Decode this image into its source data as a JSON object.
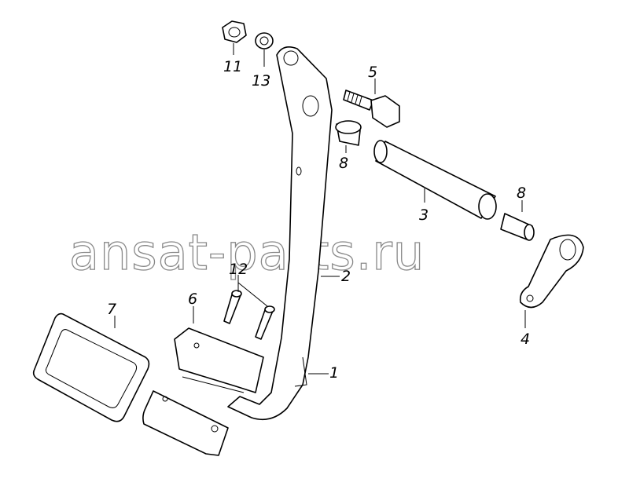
{
  "watermark": "ansat-parts.ru",
  "callouts": {
    "pedal_lever": "1",
    "pedal_arm_pad": "2",
    "tube": "3",
    "lever_plate": "4",
    "bolt": "5",
    "pad_plate": "6",
    "pedal_pad": "7",
    "bushing_left": "8",
    "bushing_right": "8",
    "nut": "11",
    "pins": "12",
    "washer": "13"
  }
}
